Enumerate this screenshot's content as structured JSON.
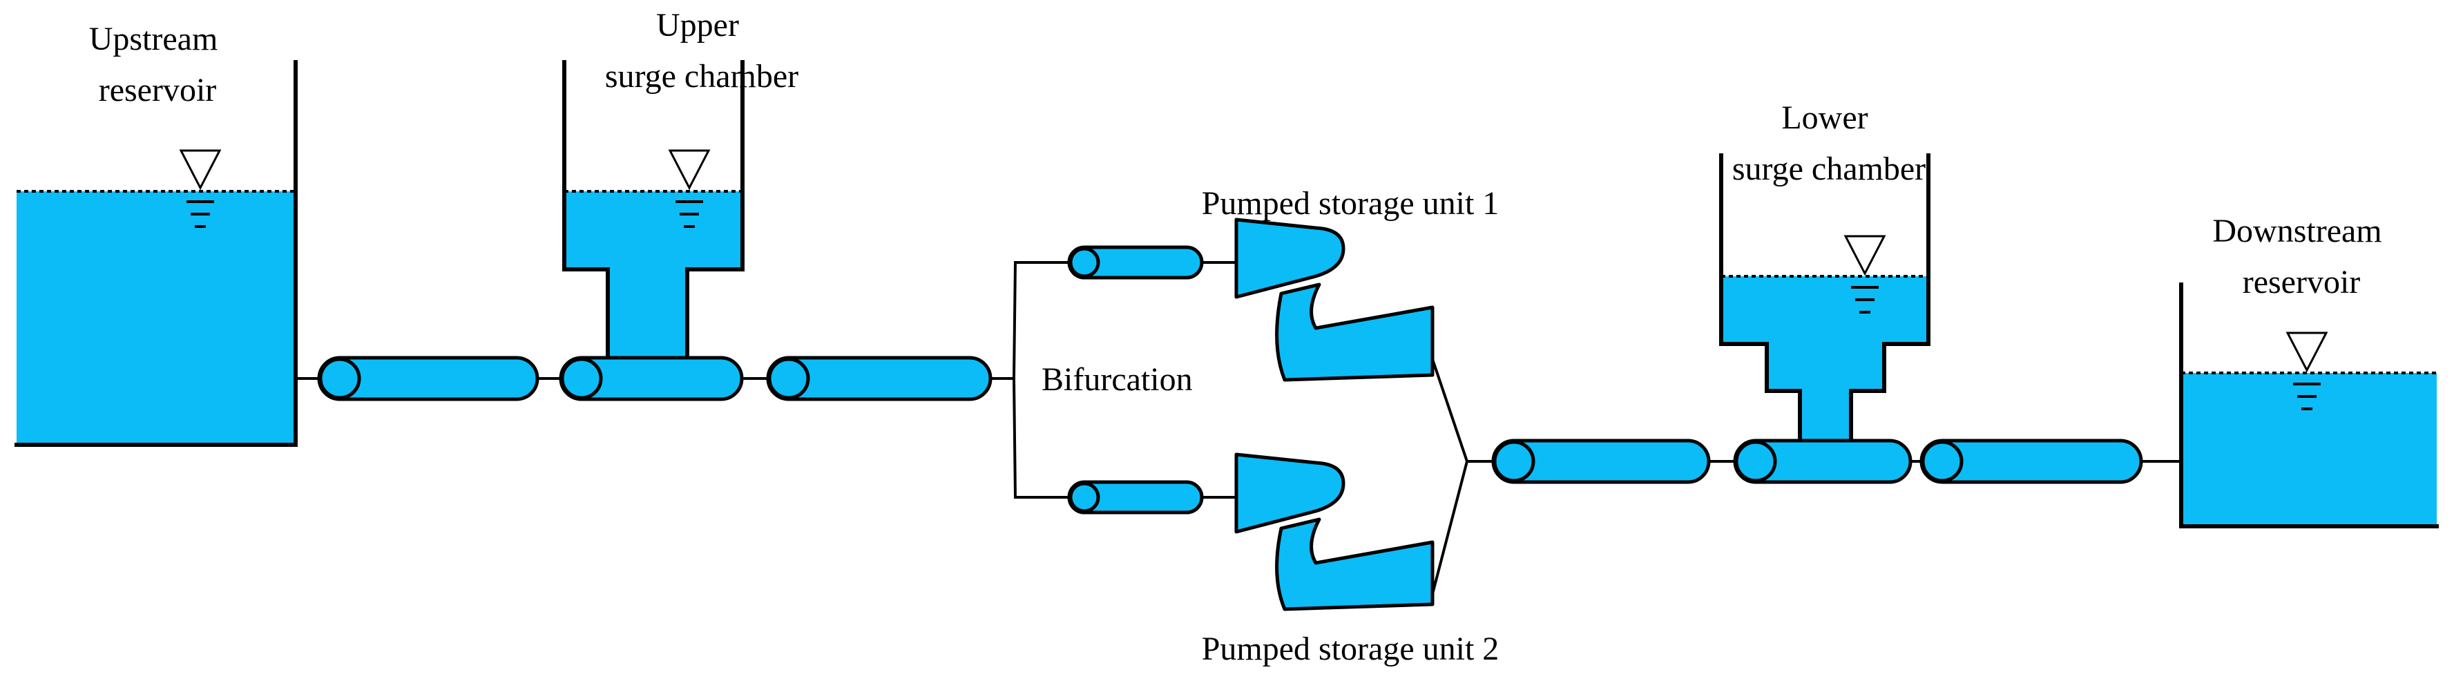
{
  "labels": {
    "upstream_reservoir": [
      "Upstream",
      "reservoir"
    ],
    "upper_surge_chamber": [
      "Upper",
      "surge chamber"
    ],
    "pumped_storage_unit_1": "Pumped storage unit 1",
    "pumped_storage_unit_2": "Pumped storage unit 2",
    "bifurcation": "Bifurcation",
    "lower_surge_chamber": [
      "Lower",
      "surge chamber"
    ],
    "downstream_reservoir": [
      "Downstream",
      "reservoir"
    ]
  },
  "colors": {
    "water": "#0bbcf6",
    "stroke": "#000000"
  },
  "icons": {
    "water_level": "water-level-triangle-icon"
  }
}
